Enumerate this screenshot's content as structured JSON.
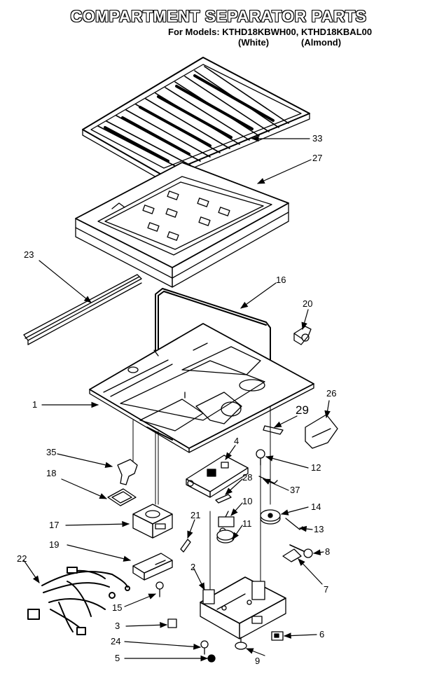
{
  "title": "COMPARTMENT SEPARATOR PARTS",
  "models_line": "For Models: KTHD18KBWH00, KTHD18KBAL00",
  "color_white": "(White)",
  "color_almond": "(Almond)",
  "callouts": {
    "c33": "33",
    "c27": "27",
    "c23": "23",
    "c16": "16",
    "c20": "20",
    "c1": "1",
    "c29": "29",
    "c26": "26",
    "c35": "35",
    "c4": "4",
    "c12": "12",
    "c18": "18",
    "c28": "28",
    "c37": "37",
    "c10": "10",
    "c14": "14",
    "c17": "17",
    "c21": "21",
    "c11": "11",
    "c13": "13",
    "c19": "19",
    "c8": "8",
    "c22": "22",
    "c2": "2",
    "c7": "7",
    "c15": "15",
    "c3": "3",
    "c6": "6",
    "c24": "24",
    "c5": "5",
    "c9": "9"
  }
}
